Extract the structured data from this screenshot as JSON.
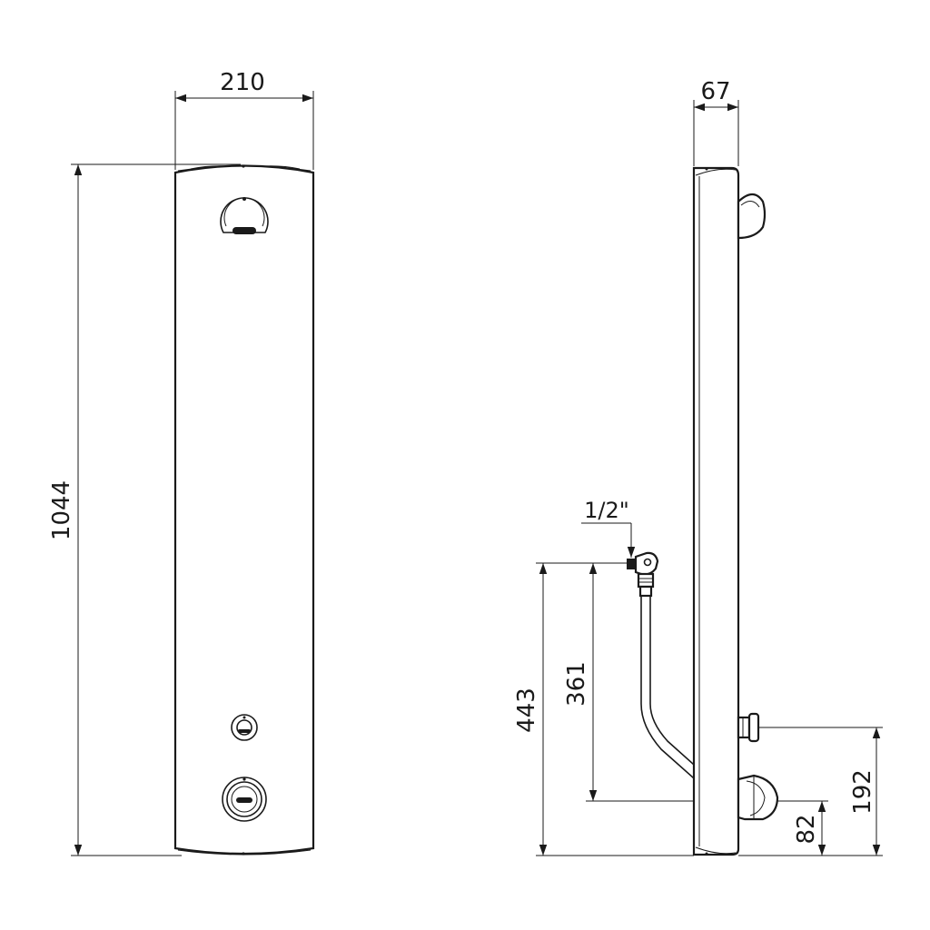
{
  "dimensions": {
    "front_width": "210",
    "front_height": "1044",
    "side_depth": "67",
    "thread": "1/2\"",
    "inlet_height": "443",
    "hose_drop": "361",
    "lower_outlet": "192",
    "lower_body": "82"
  }
}
